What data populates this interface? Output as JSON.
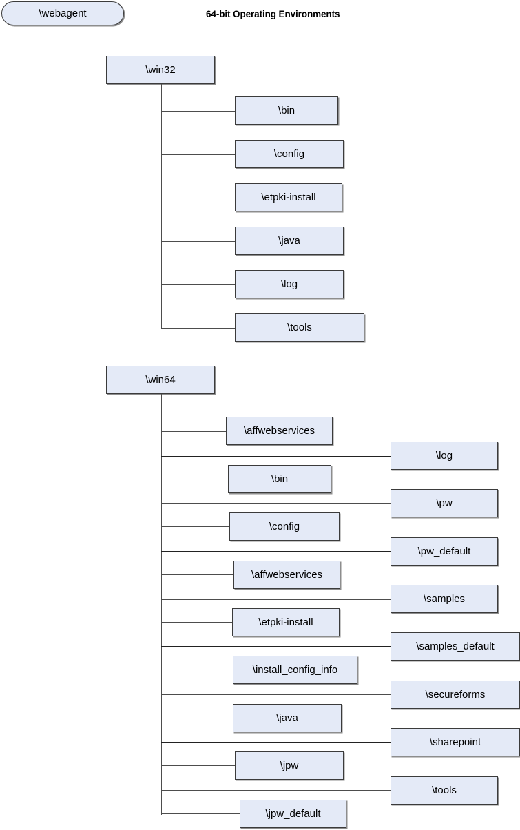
{
  "diagram": {
    "title": "64-bit Operating Environments",
    "colors": {
      "node_fill": "#e4eaf7",
      "node_border": "#3b3b3b",
      "edge": "#4d4d4d",
      "background": "#ffffff",
      "text": "#000000"
    },
    "root": {
      "label": "\\webagent"
    },
    "branches": [
      {
        "label": "\\win32"
      },
      {
        "label": "\\win64"
      }
    ],
    "win32_children": [
      {
        "label": "\\bin"
      },
      {
        "label": "\\config"
      },
      {
        "label": "\\etpki-install"
      },
      {
        "label": "\\java"
      },
      {
        "label": "\\log"
      },
      {
        "label": "\\tools"
      }
    ],
    "win64_children_left": [
      {
        "label": "\\affwebservices"
      },
      {
        "label": "\\bin"
      },
      {
        "label": "\\config"
      },
      {
        "label": "\\affwebservices"
      },
      {
        "label": "\\etpki-install"
      },
      {
        "label": "\\install_config_info"
      },
      {
        "label": "\\java"
      },
      {
        "label": "\\jpw"
      },
      {
        "label": "\\jpw_default"
      }
    ],
    "win64_children_right": [
      {
        "label": "\\log"
      },
      {
        "label": "\\pw"
      },
      {
        "label": "\\pw_default"
      },
      {
        "label": "\\samples"
      },
      {
        "label": "\\samples_default"
      },
      {
        "label": "\\secureforms"
      },
      {
        "label": "\\sharepoint"
      },
      {
        "label": "\\tools"
      }
    ]
  }
}
